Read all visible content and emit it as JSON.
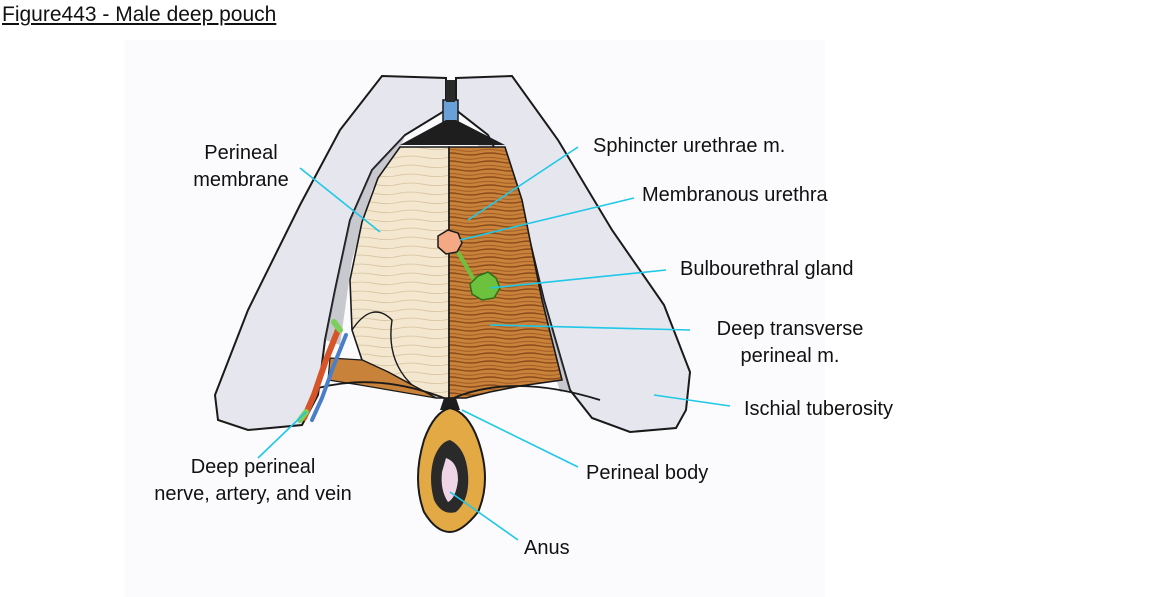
{
  "figure": {
    "title": "Figure443 - Male deep pouch"
  },
  "labels": {
    "perineal_membrane_line1": "Perineal",
    "perineal_membrane_line2": "membrane",
    "sphincter_urethrae": "Sphincter urethrae m.",
    "membranous_urethra": "Membranous urethra",
    "bulbourethral_gland": "Bulbourethral gland",
    "deep_transverse_line1": "Deep transverse",
    "deep_transverse_line2": "perineal m.",
    "ischial_tuberosity": "Ischial tuberosity",
    "deep_perineal_line1": "Deep perineal",
    "deep_perineal_line2": "nerve, artery, and vein",
    "perineal_body": "Perineal body",
    "anus": "Anus"
  },
  "colors": {
    "leader_line": "#1ec8e6",
    "ramus_fill": "#e6e6ef",
    "membrane_fill": "#f4e7cf",
    "muscle_fill": "#c8823a",
    "muscle_stripe": "#8a4a1c",
    "urethra_fill": "#f4a883",
    "gland_fill": "#6cc23c",
    "outline": "#1a1a1a",
    "anus_ring": "#e2a944"
  }
}
